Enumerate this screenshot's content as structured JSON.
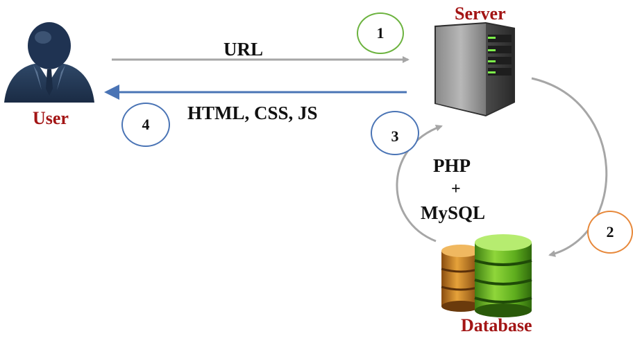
{
  "actors": {
    "user": {
      "label": "User",
      "icon": "user-icon"
    },
    "server": {
      "label": "Server",
      "icon": "server-icon"
    },
    "database": {
      "label": "Database",
      "icon": "database-icon"
    }
  },
  "flows": {
    "request": {
      "label": "URL",
      "step": "1"
    },
    "query": {
      "step": "2"
    },
    "result": {
      "label_line1": "PHP",
      "label_line2": "+",
      "label_line3": "MySQL",
      "step": "3"
    },
    "response": {
      "label": "HTML, CSS, JS",
      "step": "4"
    }
  },
  "colors": {
    "label_red": "#a31515",
    "arrow_gray": "#a6a6a6",
    "arrow_blue": "#4a74b5",
    "step1": "#6cb33f",
    "step2": "#e7883a",
    "step3": "#4a74b5",
    "step4": "#4a74b5"
  }
}
